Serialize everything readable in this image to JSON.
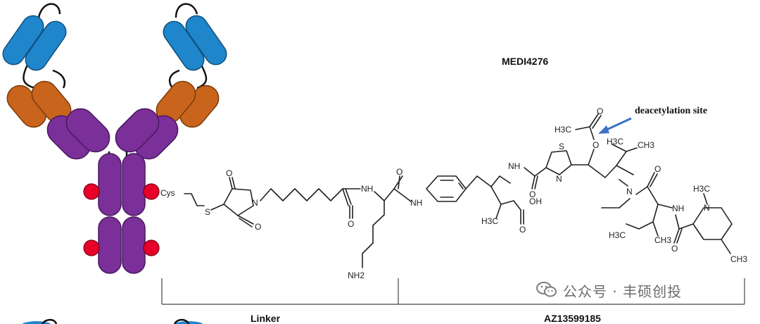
{
  "title": "MEDI4276",
  "annotation": "deacetylation site",
  "sections": {
    "linker": "Linker",
    "payload": "AZ13599185"
  },
  "atoms": {
    "cys": "Cys",
    "s": "S",
    "n": "N",
    "o": "O",
    "nh": "NH",
    "h3c": "H3C",
    "ch3": "CH3",
    "oh": "OH",
    "nh2": "NH2"
  },
  "watermark": "公众号 · 丰硕创投",
  "colors": {
    "blue": "#1f86cc",
    "orange": "#c8641c",
    "purple": "#7a2f99",
    "red": "#e8002a",
    "arrow": "#3a72c4"
  }
}
